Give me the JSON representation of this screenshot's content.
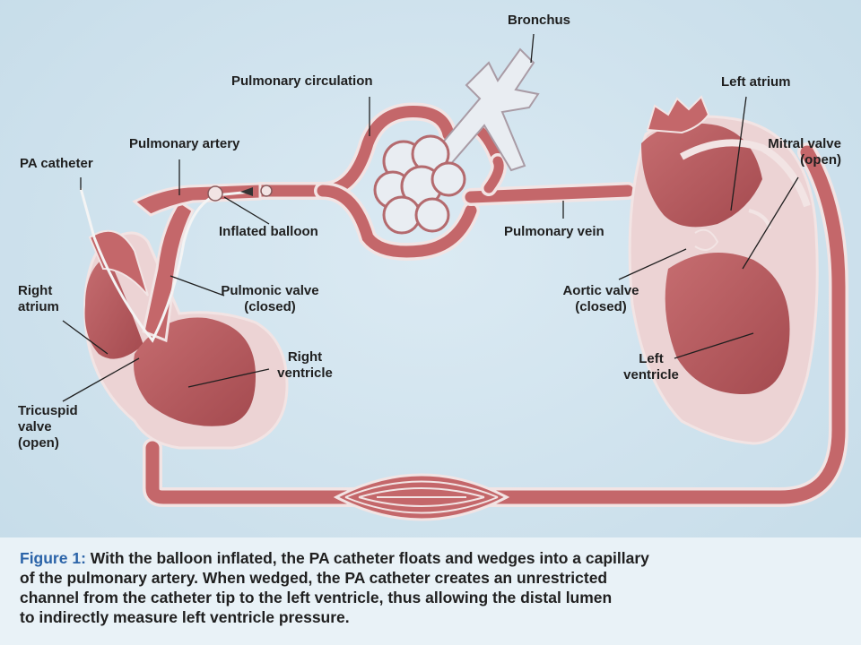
{
  "labels": {
    "bronchus": "Bronchus",
    "pulmonary_circulation": "Pulmonary circulation",
    "left_atrium": "Left atrium",
    "pulmonary_artery": "Pulmonary artery",
    "pa_catheter": "PA catheter",
    "mitral_valve": [
      "Mitral valve",
      "(open)"
    ],
    "inflated_balloon": "Inflated balloon",
    "pulmonary_vein": "Pulmonary vein",
    "right_atrium": [
      "Right",
      "atrium"
    ],
    "pulmonic_valve": [
      "Pulmonic valve",
      "(closed)"
    ],
    "aortic_valve": [
      "Aortic valve",
      "(closed)"
    ],
    "right_ventricle": [
      "Right",
      "ventricle"
    ],
    "left_ventricle": [
      "Left",
      "ventricle"
    ],
    "tricuspid_valve": [
      "Tricuspid",
      "valve",
      "(open)"
    ]
  },
  "caption": {
    "figure_label": "Figure 1:",
    "lines": [
      "With the balloon inflated, the PA catheter floats and wedges into a capillary",
      "of the pulmonary artery. When wedged, the PA catheter creates an unrestricted",
      "channel from the catheter tip to the left ventricle, thus allowing the distal lumen",
      "to indirectly measure left ventricle pressure."
    ]
  },
  "colors": {
    "background": "#cfe3ee",
    "vessel": "#c4676a",
    "vessel_outline": "#f2e4e4",
    "chamber": "#b5565a",
    "chamber_light": "#e8c5c6",
    "lung": "#e9edf2",
    "caption_accent": "#2a63a8"
  }
}
